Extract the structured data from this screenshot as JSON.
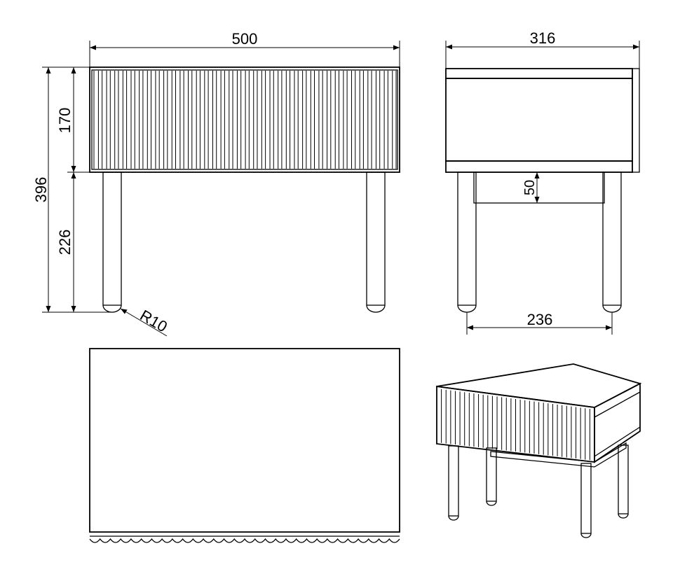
{
  "dimensions": {
    "width_front": "500",
    "width_side": "316",
    "height_total": "396",
    "drawer_height": "170",
    "leg_height": "226",
    "rail_height": "50",
    "leg_span_side": "236",
    "leg_radius": "R10"
  },
  "colors": {
    "line": "#000000",
    "background": "#ffffff"
  }
}
